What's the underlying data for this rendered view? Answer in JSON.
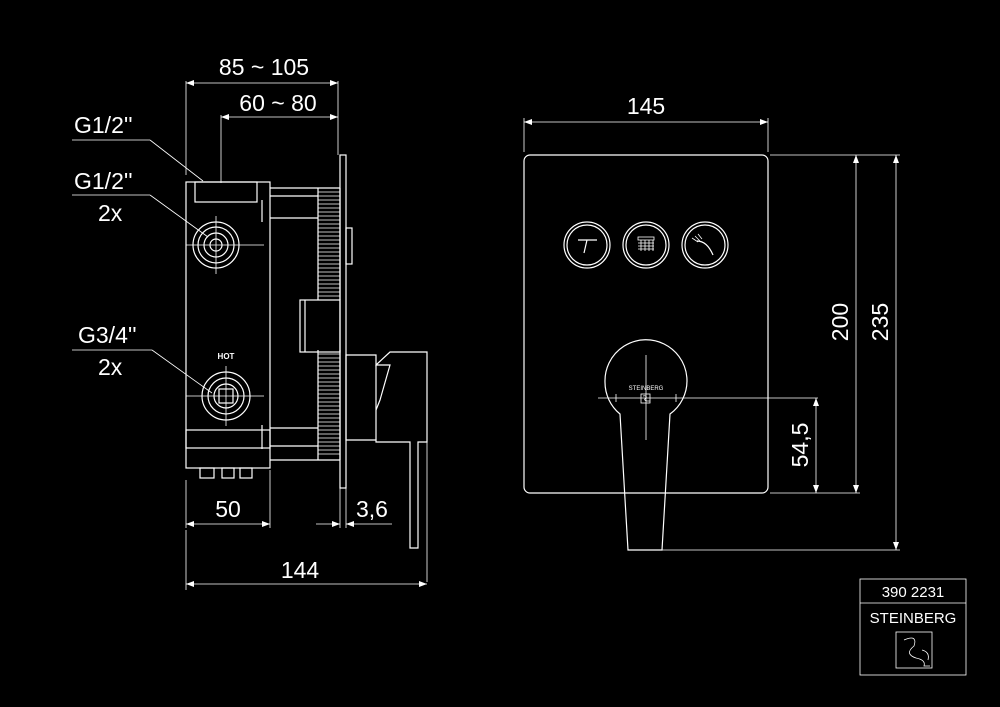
{
  "side_view": {
    "dims": {
      "depth_range": "85 ~ 105",
      "inner_range": "60 ~ 80",
      "width_50": "50",
      "plate_thickness": "3,6",
      "total_depth": "144"
    },
    "connections": {
      "top_label": "G1/2''",
      "mid_label": "G1/2''",
      "mid_qty": "2x",
      "bottom_label": "G3/4''",
      "bottom_qty": "2x"
    },
    "hot_marking": "HOT"
  },
  "front_view": {
    "dims": {
      "width": "145",
      "height_plate": "200",
      "height_total": "235",
      "lever_axis": "54,5"
    },
    "brand_on_handle": "STEINBERG"
  },
  "title_block": {
    "article_number": "390 2231",
    "brand": "STEINBERG"
  }
}
